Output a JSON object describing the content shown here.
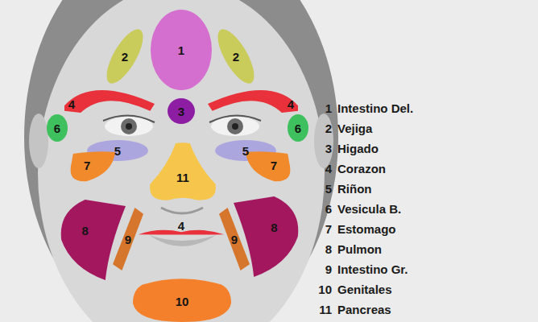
{
  "diagram": {
    "nodes": [
      {
        "text": [
          "1"
        ]
      },
      {
        "text": [
          "2"
        ]
      },
      {
        "text": [
          "2"
        ]
      },
      {
        "text": [
          "4"
        ]
      },
      {
        "text": [
          "3"
        ]
      },
      {
        "text": [
          "4"
        ]
      },
      {
        "text": [
          "6"
        ]
      },
      {
        "text": [
          "6"
        ]
      },
      {
        "text": [
          "5"
        ]
      },
      {
        "text": [
          "11"
        ]
      },
      {
        "text": [
          "5"
        ]
      },
      {
        "text": [
          "7"
        ]
      },
      {
        "text": [
          "7"
        ]
      },
      {
        "text": [
          "8"
        ]
      },
      {
        "text": [
          "9"
        ]
      },
      {
        "text": [
          "4"
        ]
      },
      {
        "text": [
          "9"
        ]
      },
      {
        "text": [
          "8"
        ]
      },
      {
        "text": [
          "10"
        ]
      }
    ],
    "labels": [
      "1",
      "Intestino Del.",
      "2",
      "Vejiga",
      "3",
      "Higado",
      "4",
      "Corazon",
      "5",
      "Riñon",
      "6",
      "Vesicula B.",
      "7",
      "Estomago",
      "8",
      "Pulmon",
      "9",
      "Intestino Gr.",
      "10",
      "Genitales",
      "11",
      "Pancreas"
    ]
  }
}
